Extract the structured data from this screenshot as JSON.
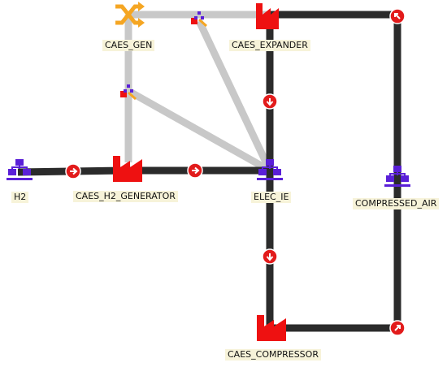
{
  "nodes": {
    "caes_gen": "CAES_GEN",
    "caes_expander": "CAES_EXPANDER",
    "h2": "H2",
    "caes_h2_generator": "CAES_H2_GENERATOR",
    "elec_ie": "ELEC_IE",
    "compressed_air": "COMPRESSED_AIR",
    "caes_compressor": "CAES_COMPRESSOR"
  },
  "colors": {
    "flow_line": "#2b2b2b",
    "link_line": "#c8c8c8",
    "converter_red": "#ee1111",
    "bus_purple": "#5a1fd8",
    "switch_orange": "#f5a623",
    "arrow_marker": "#e21b1b",
    "label_background": "#f7f3d9"
  },
  "icons": {
    "converter": "factory-icon",
    "bus": "network-bus-icon",
    "switch": "shuffle-icon",
    "mini_converter": "mini-converter-icon",
    "flow_marker": "flow-arrow-icon"
  }
}
